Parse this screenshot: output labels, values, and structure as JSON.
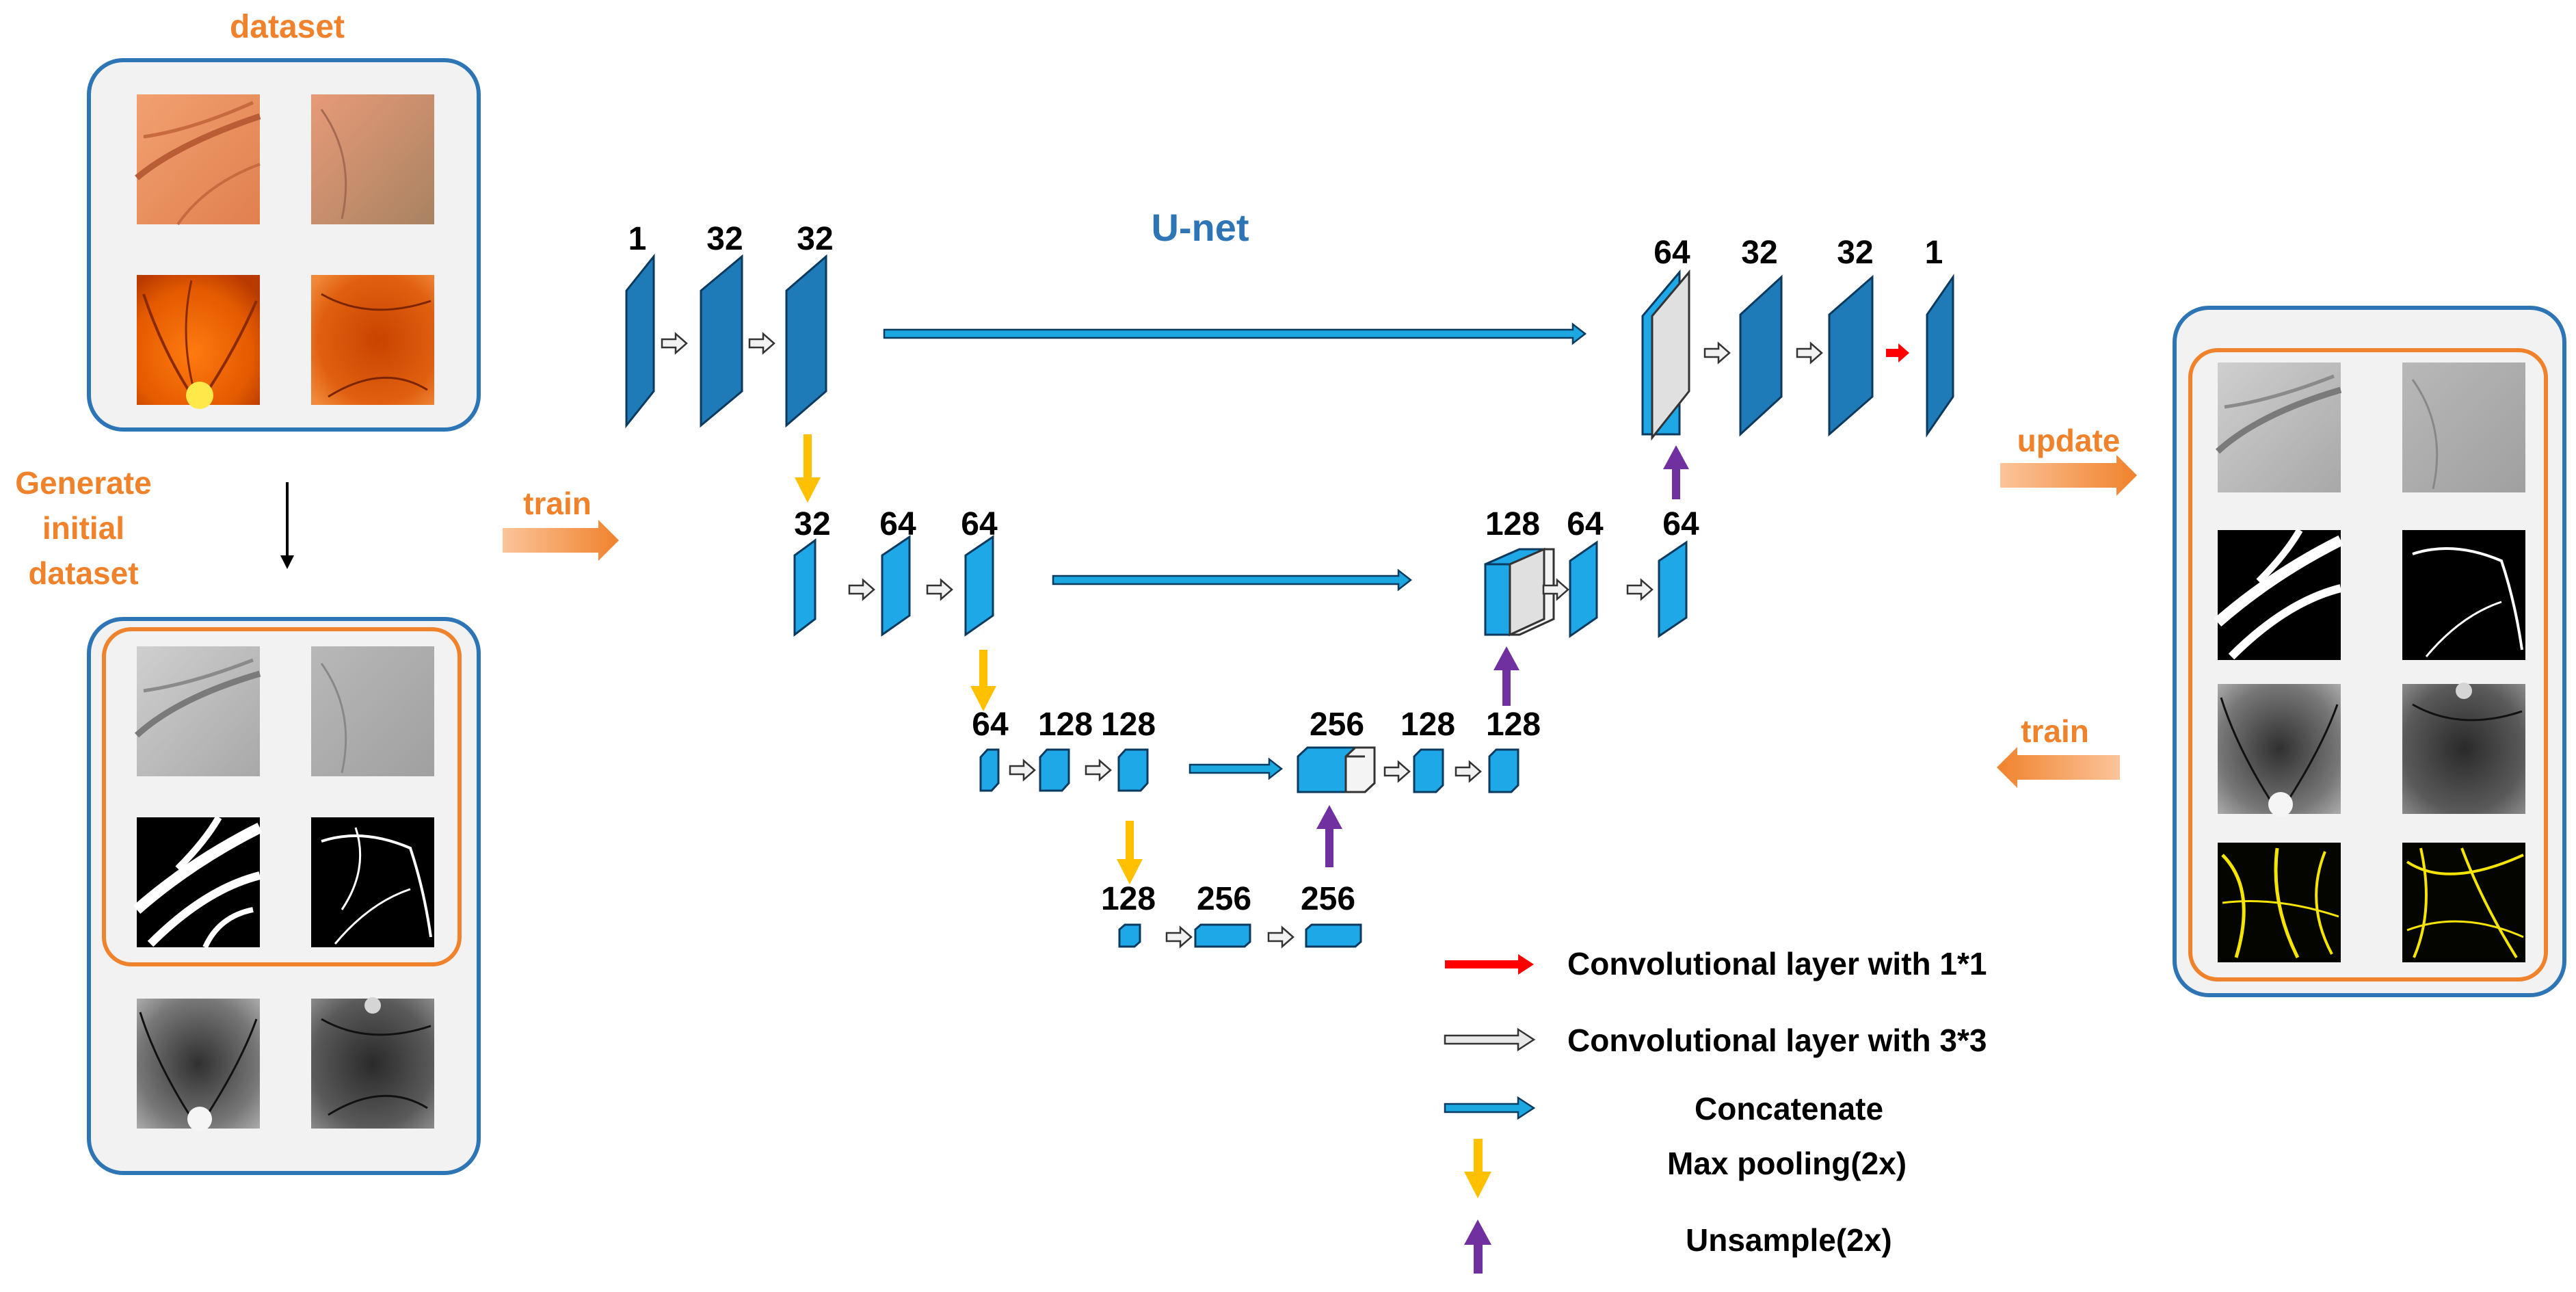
{
  "labels": {
    "dataset": "dataset",
    "generate_initial_dataset": [
      "Generate",
      "initial",
      "dataset"
    ],
    "train_left": "train",
    "update": "update",
    "train_right": "train",
    "unet_title": "U-net"
  },
  "channels": {
    "level1_enc": [
      "1",
      "32",
      "32"
    ],
    "level1_dec": [
      "64",
      "32",
      "32",
      "1"
    ],
    "level2_enc": [
      "32",
      "64",
      "64"
    ],
    "level2_dec": [
      "128",
      "64",
      "64"
    ],
    "level3_enc": [
      "64",
      "128",
      "128"
    ],
    "level3_dec": [
      "256",
      "128",
      "128"
    ],
    "bottom": [
      "128",
      "256",
      "256"
    ]
  },
  "legend": [
    {
      "icon": "red-arrow",
      "text": "Convolutional layer with 1*1"
    },
    {
      "icon": "gray-arrow",
      "text": "Convolutional layer with 3*3"
    },
    {
      "icon": "blue-arrow",
      "text": "Concatenate"
    },
    {
      "icon": "yellow-down-arrow",
      "text": "Max pooling(2x)"
    },
    {
      "icon": "purple-up-arrow",
      "text": "Unsample(2x)"
    }
  ],
  "colors": {
    "orange": "#f0822c",
    "panel_border": "#2e75b6",
    "layer_dark": "#1f7ab8",
    "layer_light": "#1ea8e8",
    "concat_arrow": "#1ba7e0",
    "pool_arrow": "#ffc000",
    "up_arrow": "#7030a0",
    "conv1_arrow": "#ff0000"
  }
}
